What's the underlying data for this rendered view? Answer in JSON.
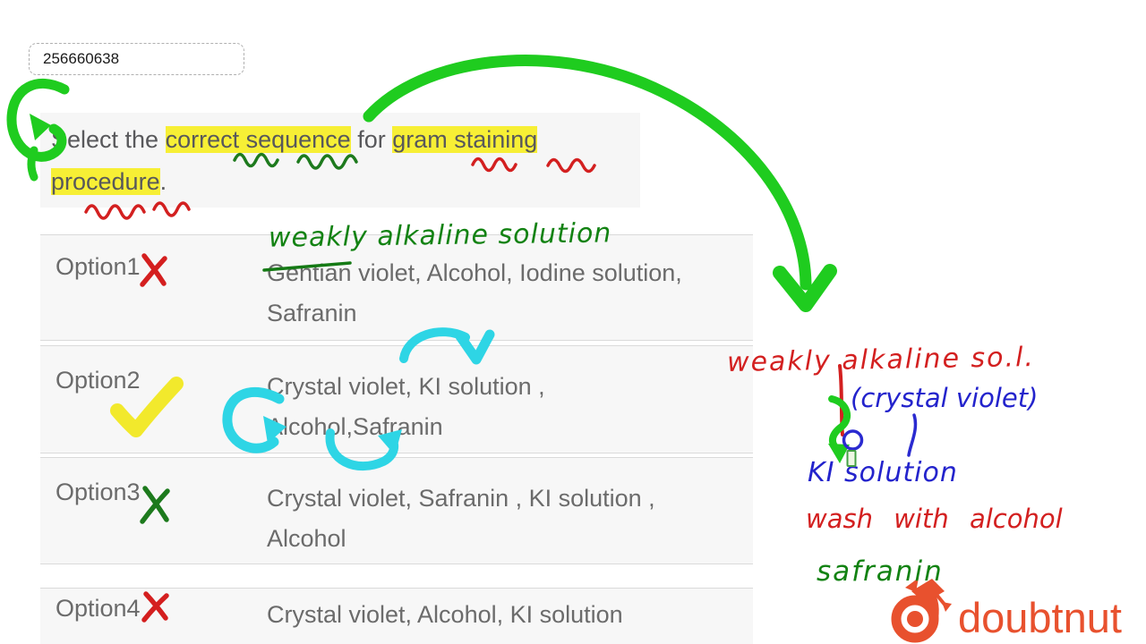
{
  "header": {
    "question_id": "256660638"
  },
  "question": {
    "seg_intro": "Select the ",
    "seg_hl1": "correct sequence",
    "seg_mid": " for ",
    "seg_hl2": "gram staining",
    "seg_hl3": "procedure",
    "seg_end": "."
  },
  "options": [
    {
      "label": "Option1",
      "line1": "Gentian violet, Alcohol, Iodine solution,",
      "line2": "Safranin",
      "verdict": "incorrect-red-x"
    },
    {
      "label": "Option2",
      "line1": "Crystal violet, KI solution ,",
      "line2": "Alcohol,Safranin",
      "verdict": "correct-yellow-check"
    },
    {
      "label": "Option3",
      "line1": "Crystal violet, Safranin , KI solution ,",
      "line2": "Alcohol",
      "verdict": "incorrect-green-x"
    },
    {
      "label": "Option4",
      "line1": "Crystal violet, Alcohol, KI solution",
      "line2": "",
      "verdict": "incorrect-red-x"
    }
  ],
  "handwritten_notes": {
    "above_option1": "weakly alkaline solution",
    "right_line1": "weakly alkaline so.l.",
    "right_line2": "(crystal violet)",
    "right_line3": "KI solution",
    "right_line4": "wash with alcohol",
    "right_line5": "safranin"
  },
  "logo": {
    "brand": "doubtnut"
  },
  "colors": {
    "arrow_green": "#1fcc1f",
    "handwriting_green": "#128212",
    "handwriting_red": "#d32020",
    "handwriting_blue": "#2323cc",
    "cyan_arrow": "#2ed5e5",
    "highlight_yellow": "#f7ef35",
    "check_yellow": "#f2e92c",
    "brand_orange": "#e8512e"
  }
}
